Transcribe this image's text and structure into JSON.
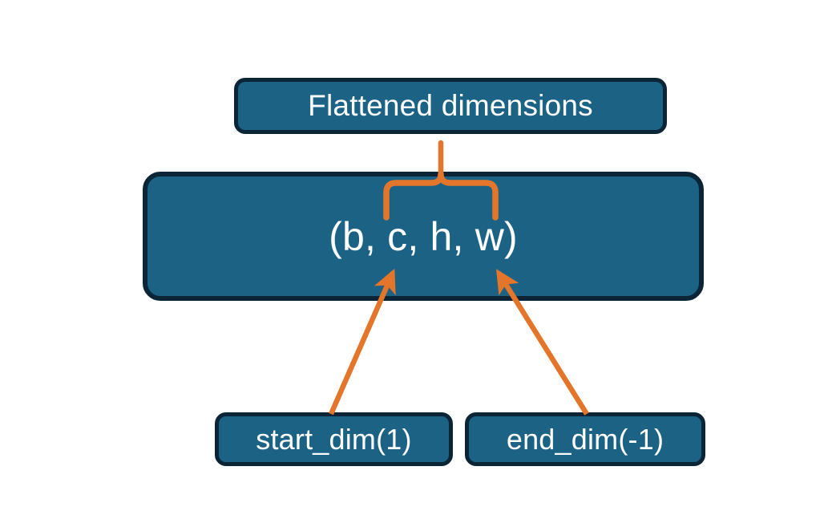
{
  "diagram": {
    "title_node": {
      "label": "Flattened dimensions"
    },
    "shape_node": {
      "label": "(b, c, h, w)"
    },
    "start_node": {
      "label": "start_dim(1)"
    },
    "end_node": {
      "label": "end_dim(-1)"
    },
    "connectors": {
      "brace_name": "curly-brace-over-c-h-w",
      "arrow_start_name": "arrow-start-dim-to-c",
      "arrow_end_name": "arrow-end-dim-to-w"
    },
    "colors": {
      "box_fill": "#1C6284",
      "box_border": "#0B2436",
      "text": "#FFFFFF",
      "accent_orange": "#E3762B",
      "background": "#FFFFFF"
    }
  }
}
